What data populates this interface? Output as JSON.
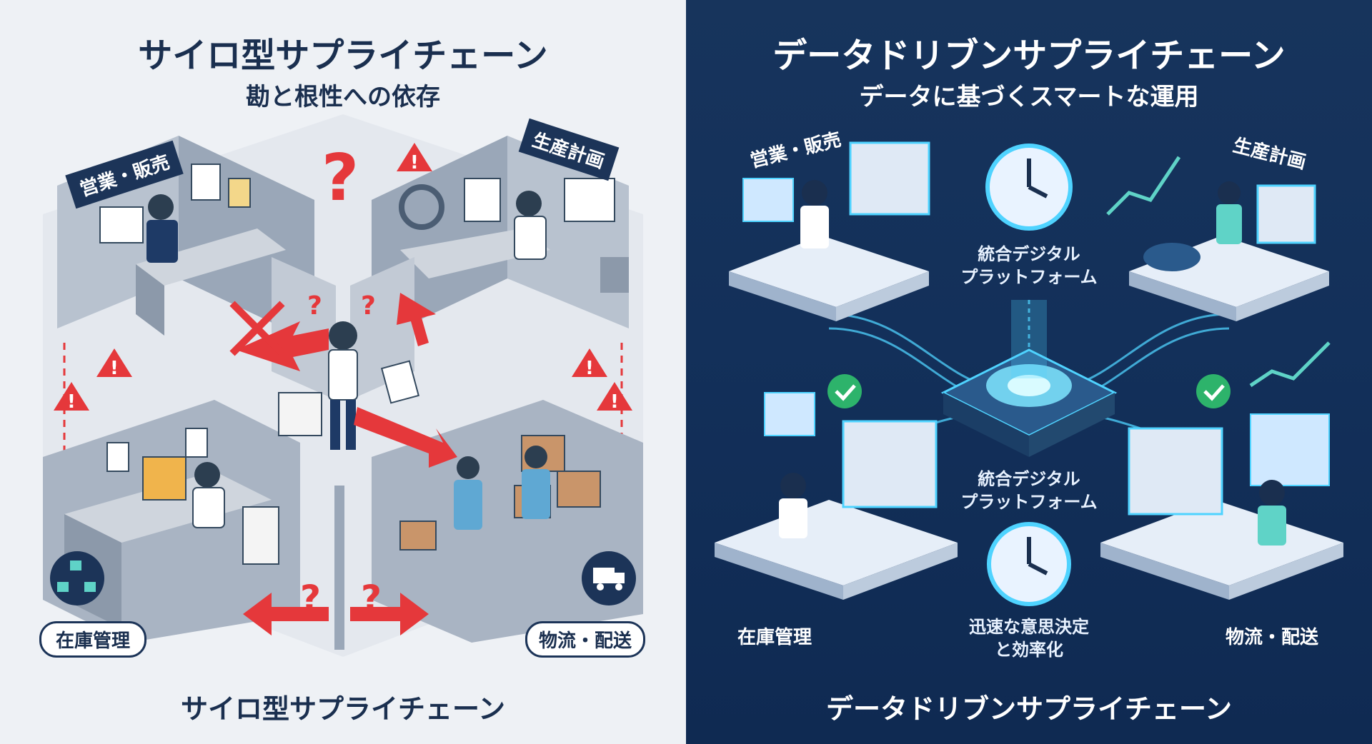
{
  "left": {
    "title": "サイロ型サプライチェーン",
    "subtitle": "勘と根性への依存",
    "labels": {
      "sales": "営業・販売",
      "production": "生産計画",
      "inventory": "在庫管理",
      "logistics": "物流・配送"
    },
    "bottom": "サイロ型サプライチェーン"
  },
  "right": {
    "title": "データドリブンサプライチェーン",
    "subtitle": "データに基づくスマートな運用",
    "labels": {
      "sales": "営業・販売",
      "production": "生産計画",
      "inventory": "在庫管理",
      "logistics": "物流・配送",
      "platform_top": "統合デジタル\nプラットフォーム",
      "platform_mid": "統合デジタル\nプラットフォーム",
      "decision": "迅速な意思決定\nと効率化"
    },
    "bottom": "データドリブンサプライチェーン"
  },
  "colors": {
    "left_bg": "#eef1f5",
    "right_bg": "#13305a",
    "arrow_red": "#e5383b",
    "glow_cyan": "#4fd3ff",
    "tag_dark": "#1c3458"
  },
  "icons": [
    "question-mark-icon",
    "warning-icon",
    "clock-icon",
    "check-icon",
    "truck-icon",
    "network-icon",
    "chart-icon"
  ]
}
